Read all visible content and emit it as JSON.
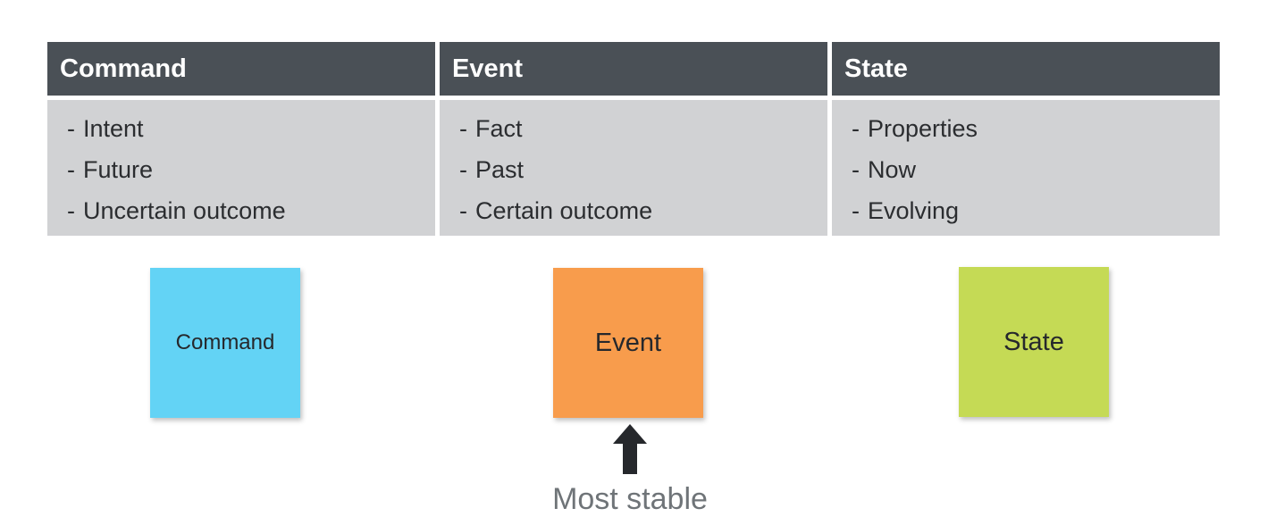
{
  "table": {
    "bullet": "-",
    "columns": [
      {
        "header": "Command",
        "items": [
          "Intent",
          "Future",
          "Uncertain outcome"
        ]
      },
      {
        "header": "Event",
        "items": [
          "Fact",
          "Past",
          "Certain outcome"
        ]
      },
      {
        "header": "State",
        "items": [
          "Properties",
          "Now",
          "Evolving"
        ]
      }
    ]
  },
  "notes": [
    {
      "label": "Command",
      "color": "#63d3f5"
    },
    {
      "label": "Event",
      "color": "#f89c4c"
    },
    {
      "label": "State",
      "color": "#c5da55"
    }
  ],
  "annotation": {
    "label": "Most stable",
    "color": "#6f7478"
  },
  "colors": {
    "header_bg": "#4a5056",
    "body_bg": "#d1d2d4",
    "arrow": "#26282c"
  }
}
